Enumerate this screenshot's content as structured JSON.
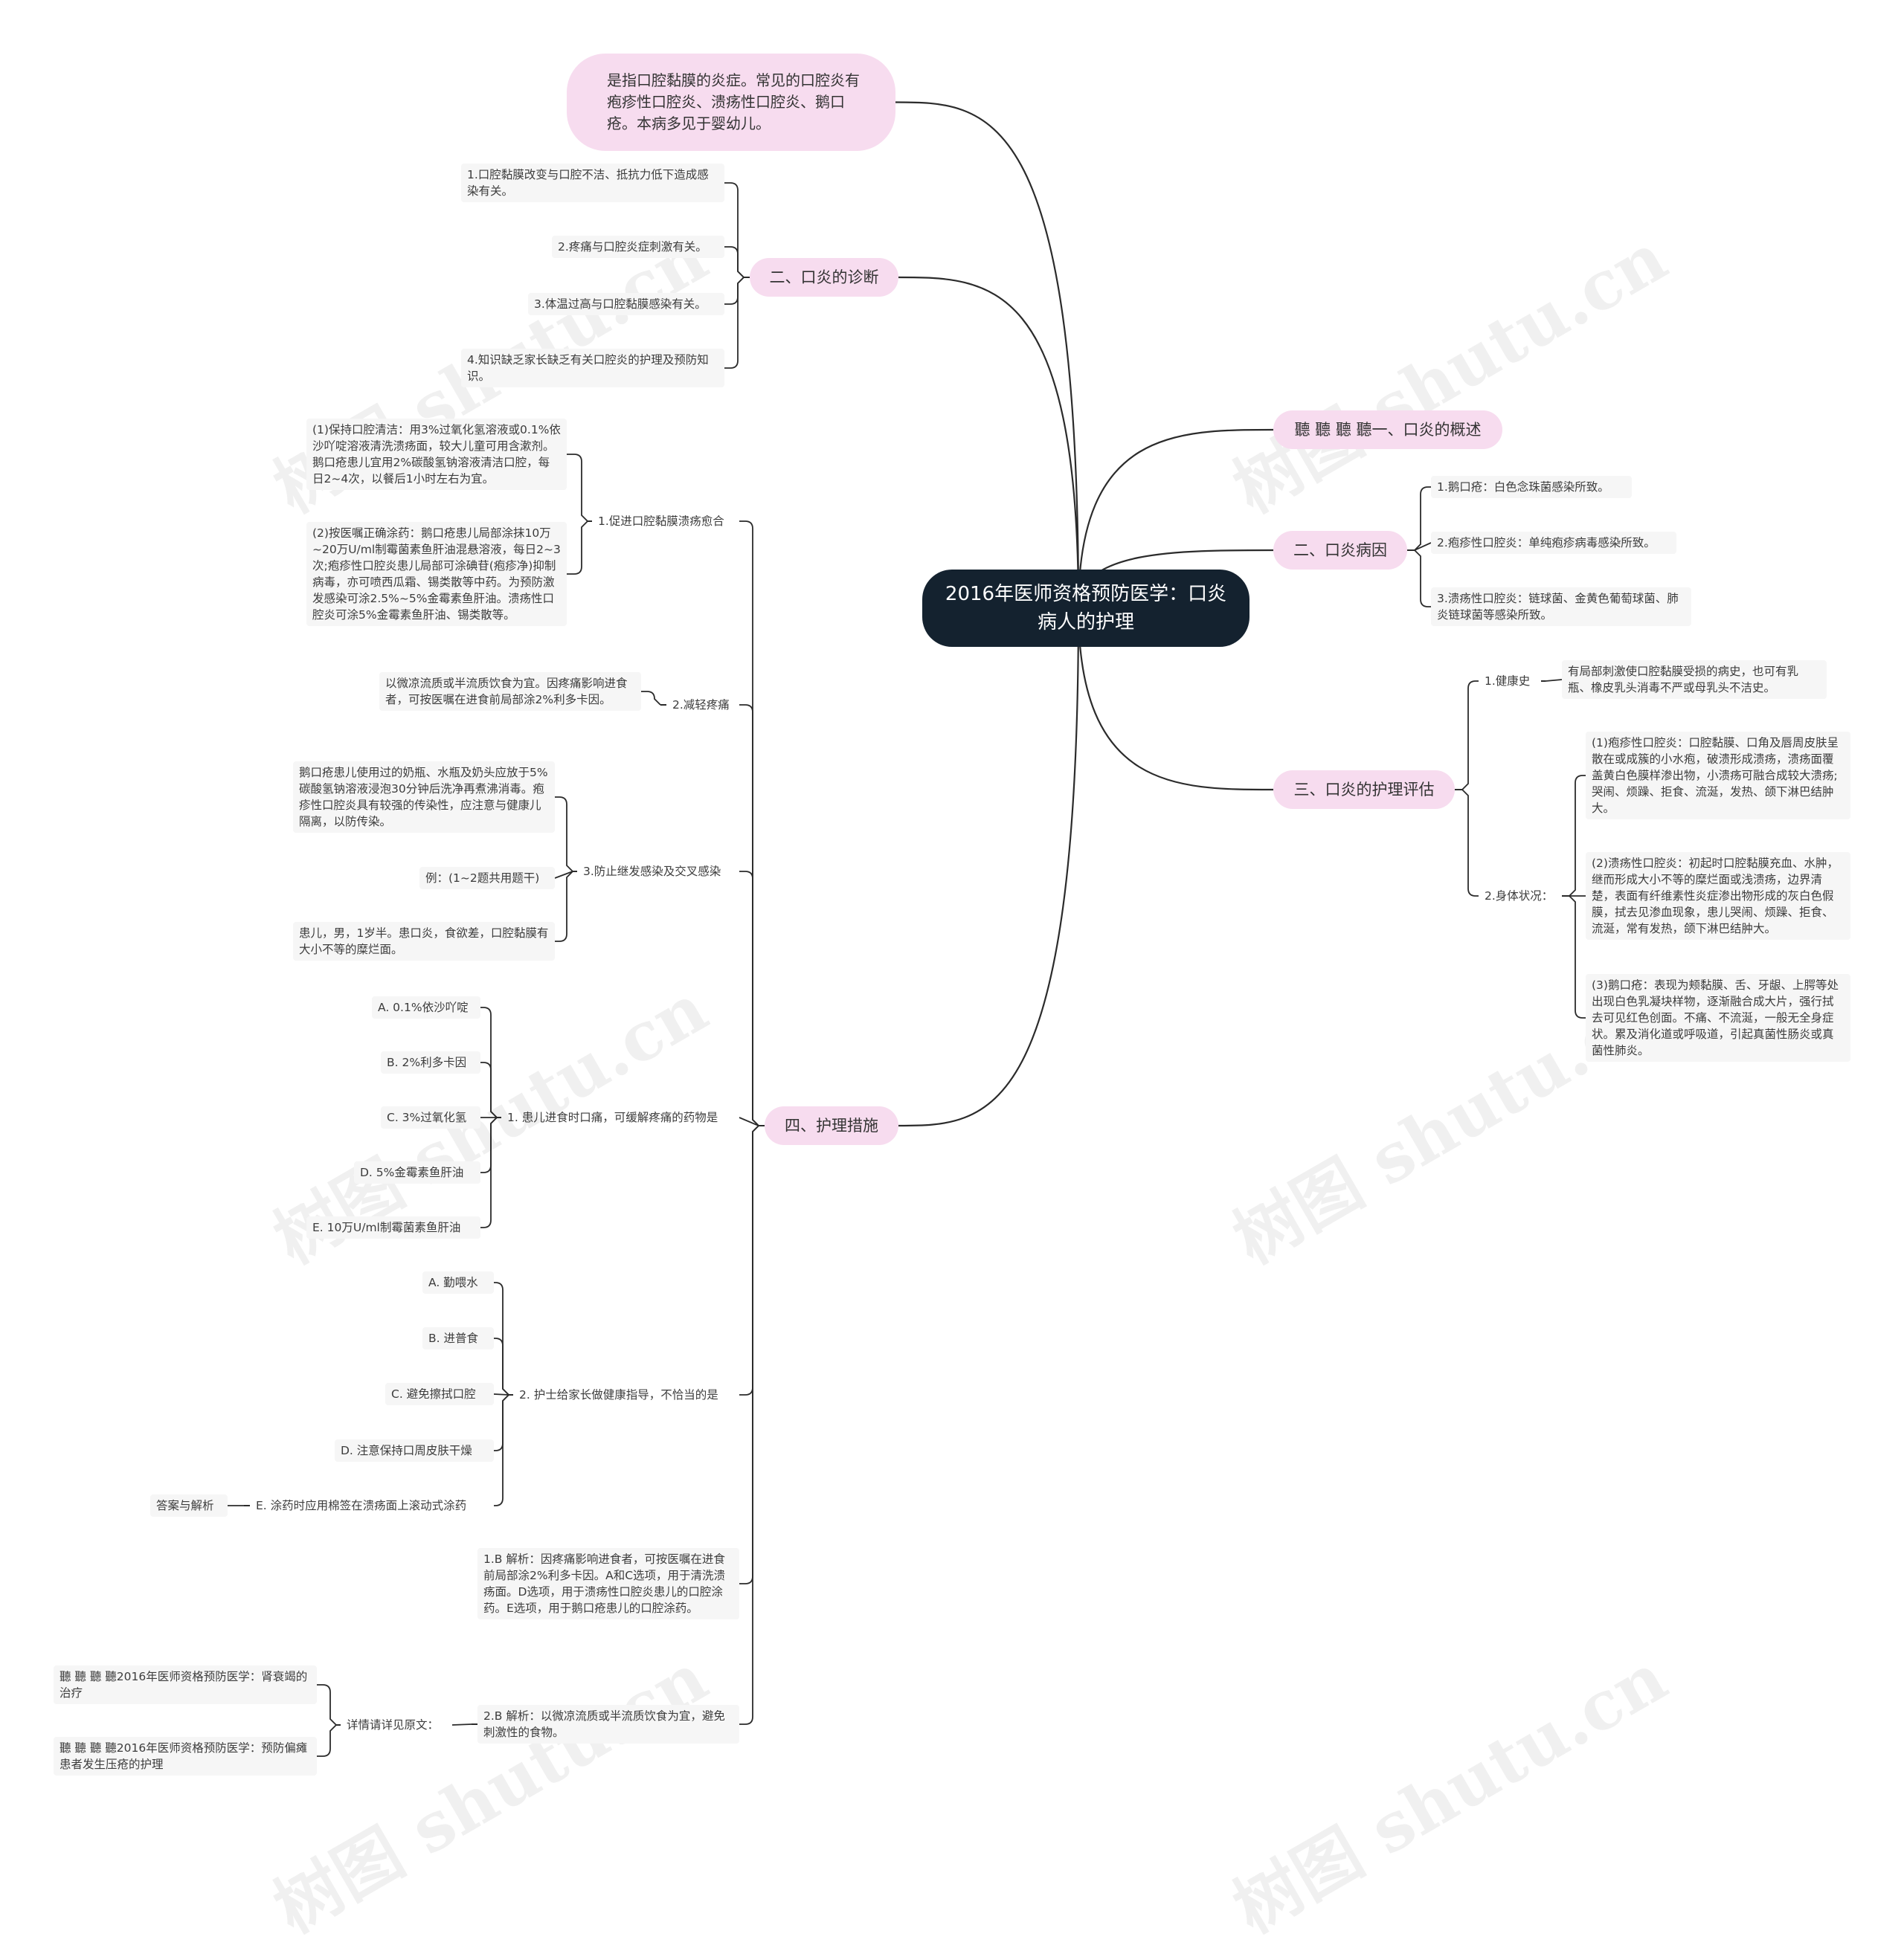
{
  "root": "2016年医师资格预防医学：口炎病人的护理",
  "intro": "是指口腔黏膜的炎症。常见的口腔炎有疱疹性口腔炎、溃疡性口腔炎、鹅口疮。本病多见于婴幼儿。",
  "diag": {
    "title": "二、口炎的诊断",
    "items": [
      "1.口腔黏膜改变与口腔不洁、抵抗力低下造成感染有关。",
      "2.疼痛与口腔炎症刺激有关。",
      "3.体温过高与口腔黏膜感染有关。",
      "4.知识缺乏家长缺乏有关口腔炎的护理及预防知识。"
    ]
  },
  "care": {
    "title": "四、护理措施",
    "s1": {
      "title": "1.促进口腔黏膜溃疡愈合",
      "a": "(1)保持口腔清洁：用3%过氧化氢溶液或0.1%依沙吖啶溶液清洗溃疡面，较大儿童可用含漱剂。鹅口疮患儿宜用2%碳酸氢钠溶液清洁口腔，每日2~4次，以餐后1小时左右为宜。",
      "b": "(2)按医嘱正确涂药：鹅口疮患儿局部涂抹10万~20万U/ml制霉菌素鱼肝油混悬溶液，每日2~3次;疱疹性口腔炎患儿局部可涂碘苷(疱疹净)抑制病毒，亦可喷西瓜霜、锡类散等中药。为预防激发感染可涂2.5%~5%金霉素鱼肝油。溃疡性口腔炎可涂5%金霉素鱼肝油、锡类散等。"
    },
    "s2": {
      "title": "2.减轻疼痛",
      "text": "以微凉流质或半流质饮食为宜。因疼痛影响进食者，可按医嘱在进食前局部涂2%利多卡因。"
    },
    "s3": {
      "title": "3.防止继发感染及交叉感染",
      "a": "鹅口疮患儿使用过的奶瓶、水瓶及奶头应放于5%碳酸氢钠溶液浸泡30分钟后洗净再煮沸消毒。疱疹性口腔炎具有较强的传染性，应注意与健康儿隔离，以防传染。",
      "b": "例：(1~2题共用题干)",
      "c": "患儿，男，1岁半。患口炎，食欲差，口腔黏膜有大小不等的糜烂面。"
    },
    "q1": {
      "title": "1. 患儿进食时口痛，可缓解疼痛的药物是",
      "opts": [
        "A. 0.1%依沙吖啶",
        "B. 2%利多卡因",
        "C. 3%过氧化氢",
        "D. 5%金霉素鱼肝油",
        "E. 10万U/ml制霉菌素鱼肝油"
      ]
    },
    "q2": {
      "title": "2. 护士给家长做健康指导，不恰当的是",
      "opts": [
        "A. 勤喂水",
        "B. 进普食",
        "C. 避免擦拭口腔",
        "D. 注意保持口周皮肤干燥",
        "E. 涂药时应用棉签在溃疡面上滚动式涂药"
      ],
      "answer": "答案与解析"
    },
    "ans1": "1.B 解析：因疼痛影响进食者，可按医嘱在进食前局部涂2%利多卡因。A和C选项，用于清洗溃疡面。D选项，用于溃疡性口腔炎患儿的口腔涂药。E选项，用于鹅口疮患儿的口腔涂药。",
    "ans2": "2.B 解析：以微凉流质或半流质饮食为宜，避免刺激性的食物。",
    "detail": {
      "title": "详情请详见原文：",
      "links": [
        "聽 聽 聽 聽2016年医师资格预防医学：肾衰竭的治疗",
        "聽 聽 聽 聽2016年医师资格预防医学：预防偏瘫患者发生压疮的护理"
      ]
    }
  },
  "overview": "聽 聽 聽 聽一、口炎的概述",
  "cause": {
    "title": "二、口炎病因",
    "items": [
      "1.鹅口疮：白色念珠菌感染所致。",
      "2.疱疹性口腔炎：单纯疱疹病毒感染所致。",
      "3.溃疡性口腔炎：链球菌、金黄色葡萄球菌、肺炎链球菌等感染所致。"
    ]
  },
  "assess": {
    "title": "三、口炎的护理评估",
    "h1": "1.健康史",
    "h1t": "有局部刺激使口腔黏膜受损的病史，也可有乳瓶、橡皮乳头消毒不严或母乳头不洁史。",
    "h2": "2.身体状况：",
    "b1": "(1)疱疹性口腔炎：口腔黏膜、口角及唇周皮肤呈散在或成簇的小水疱，破溃形成溃疡，溃疡面覆盖黄白色膜样渗出物，小溃疡可融合成较大溃疡;哭闹、烦躁、拒食、流涎，发热、颌下淋巴结肿大。",
    "b2": "(2)溃疡性口腔炎：初起时口腔黏膜充血、水肿，继而形成大小不等的糜烂面或浅溃疡，边界清楚，表面有纤维素性炎症渗出物形成的灰白色假膜，拭去见渗血现象，患儿哭闹、烦躁、拒食、流涎，常有发热，颌下淋巴结肿大。",
    "b3": "(3)鹅口疮：表现为颊黏膜、舌、牙龈、上腭等处出现白色乳凝块样物，逐渐融合成大片，强行拭去可见红色创面。不痛、不流涎，一般无全身症状。累及消化道或呼吸道，引起真菌性肠炎或真菌性肺炎。"
  },
  "watermark": "树图 shutu.cn"
}
